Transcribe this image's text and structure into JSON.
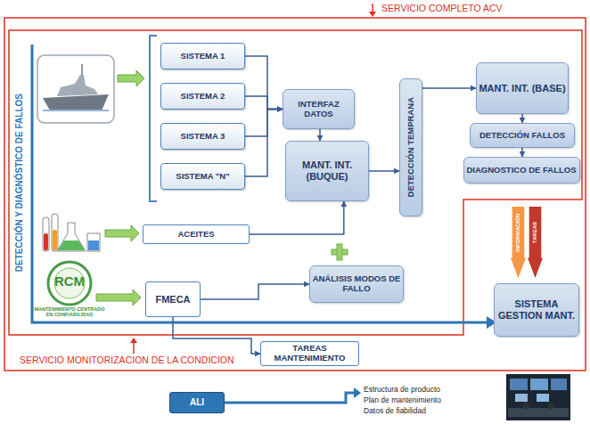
{
  "diagram": {
    "nodes": [
      {
        "text": [
          "SISTEMA 1"
        ]
      },
      {
        "text": [
          "SISTEMA 2"
        ]
      },
      {
        "text": [
          "SISTEMA 3"
        ]
      },
      {
        "text": [
          "SISTEMA \"N\""
        ]
      },
      {
        "text": [
          "INTERFAZ DATOS"
        ]
      },
      {
        "text": [
          "MANT. INT. (BUQUE)"
        ]
      },
      {
        "text": [
          "DETECCIÓN TEMPRANA"
        ]
      },
      {
        "text": [
          "MANT. INT. (BASE)"
        ]
      },
      {
        "text": [
          "DETECCIÓN FALLOS"
        ]
      },
      {
        "text": [
          "DIAGNOSTICO DE FALLOS"
        ]
      },
      {
        "text": [
          "ACEITES"
        ]
      },
      {
        "text": [
          "FMECA"
        ]
      },
      {
        "text": [
          "ANÁLISIS MODOS DE FALLO"
        ]
      },
      {
        "text": [
          "SISTEMA GESTION MANT."
        ]
      },
      {
        "text": [
          "TAREAS MANTENIMIENTO"
        ]
      },
      {
        "text": [
          "ALI"
        ]
      },
      {
        "text": [
          "INFORMACIÓN"
        ]
      },
      {
        "text": [
          "TAREAS"
        ]
      }
    ],
    "edges": [
      {
        "from": 0,
        "to": 4,
        "arrow": "to"
      },
      {
        "from": 1,
        "to": 4,
        "arrow": "to"
      },
      {
        "from": 2,
        "to": 4,
        "arrow": "to"
      },
      {
        "from": 3,
        "to": 4,
        "arrow": "to"
      },
      {
        "from": 4,
        "to": 5,
        "arrow": "to"
      },
      {
        "from": 10,
        "to": 5,
        "arrow": "to"
      },
      {
        "from": 5,
        "to": 6,
        "arrow": "to"
      },
      {
        "from": 6,
        "to": 7,
        "arrow": "to"
      },
      {
        "from": 7,
        "to": 8,
        "arrow": "to"
      },
      {
        "from": 8,
        "to": 9,
        "arrow": "to"
      },
      {
        "from": 11,
        "to": 12,
        "arrow": "to"
      },
      {
        "from": 11,
        "to": 14,
        "arrow": "to"
      }
    ],
    "labels": [
      "SERVICIO COMPLETO ACV",
      "SERVICIO MONITORIZACION DE LA CONDICION",
      "DETECCIÓN Y DIAGNÓSTICO DE FALLOS",
      "RCM",
      "MANTENIMIENTO CENTRADO EN CONFIABILIDAD",
      "Estructura de producto",
      "Plan de mantenimiento",
      "Datos de fiabilidad"
    ]
  }
}
